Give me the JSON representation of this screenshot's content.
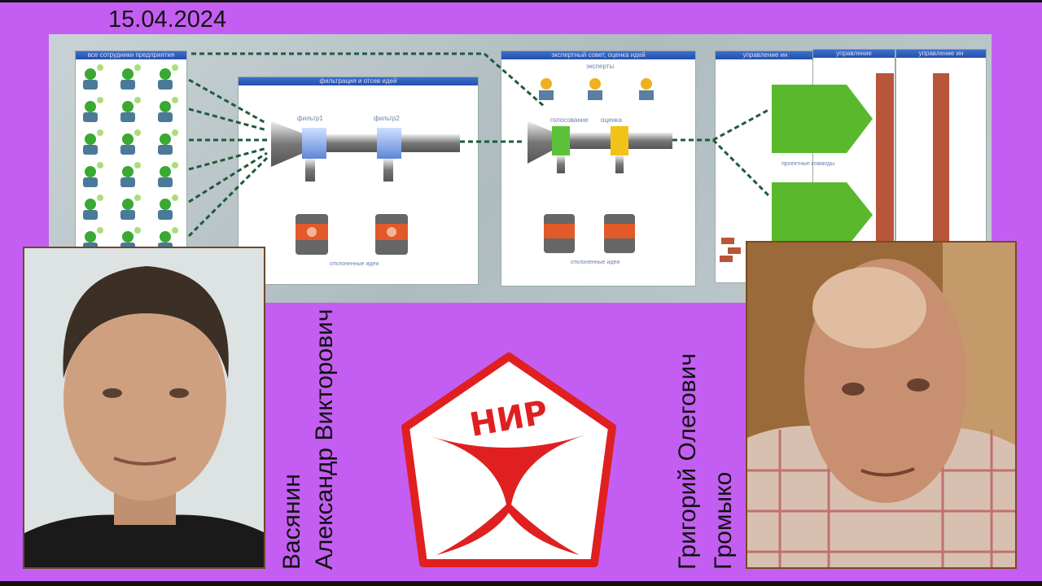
{
  "date": "15.04.2024",
  "slide": {
    "employees_title": "все сотрудники предприятия",
    "filter_title": "фильтрация и отсев идей",
    "filter1": "фильтр1",
    "filter2": "фильтр2",
    "rejected1": "отклоненные идеи",
    "expert_title": "экспертный совет, оценка идей",
    "experts": "эксперты",
    "voting": "голосование",
    "rating": "оценка",
    "rejected2": "отклоненные идеи",
    "mgmt1_title": "управление ин",
    "mgmt2_title": "управление",
    "mgmt3_title": "управление ин",
    "teams": "проектные команды"
  },
  "participants": [
    {
      "surname": "Васянин",
      "name": "Александр Викторович"
    },
    {
      "name": "Григорий Олегович",
      "surname": "Громыко"
    }
  ],
  "logo": {
    "text": "НИР",
    "color": "#e02020"
  },
  "colors": {
    "background": "#c45ef2"
  }
}
